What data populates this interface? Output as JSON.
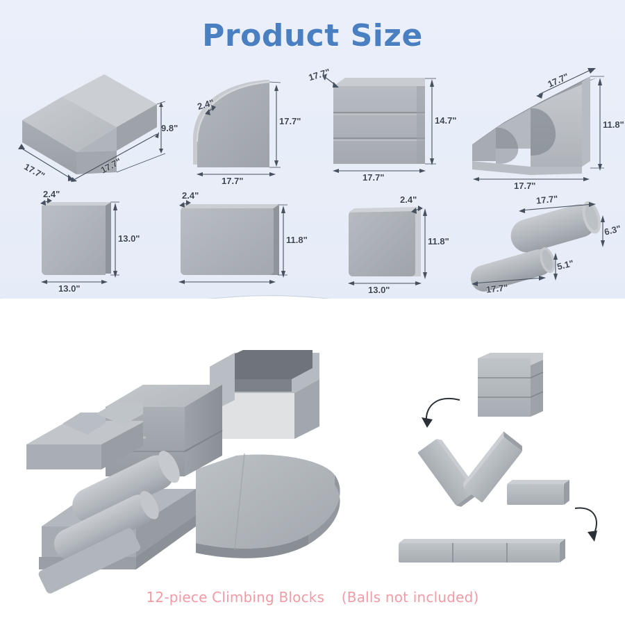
{
  "page": {
    "title": "Product Size",
    "background_color": "#e9eef9",
    "title_color": "#4a7fc1",
    "caption_color": "#f29ba4",
    "block_color": "#a8adb3",
    "block_color_light": "#c3c7cb",
    "block_color_dark": "#8d9299"
  },
  "caption": {
    "main": "12-piece Climbing Blocks",
    "note": "(Balls not included)"
  },
  "units": "\"",
  "specs_row1": [
    {
      "name": "two-step-block",
      "labels": {
        "height": "9.8\"",
        "depth": "17.7\"",
        "width": "17.7\""
      }
    },
    {
      "name": "quarter-round-block",
      "labels": {
        "thickness": "2.4\"",
        "height": "17.7\"",
        "width": "17.7\""
      }
    },
    {
      "name": "three-layer-stack-block",
      "labels": {
        "depth": "17.7\"",
        "height": "14.7\"",
        "width": "17.7\""
      }
    },
    {
      "name": "wave-step-block",
      "labels": {
        "top": "17.7\"",
        "height": "11.8\"",
        "width": "17.7\""
      }
    }
  ],
  "specs_row2": [
    {
      "name": "square-mat-13",
      "labels": {
        "thickness": "2.4\"",
        "height": "13.0\"",
        "width": "13.0\""
      }
    },
    {
      "name": "wide-mat-11-8",
      "labels": {
        "thickness": "2.4\"",
        "height": "11.8\""
      }
    },
    {
      "name": "mat-13-by-11-8",
      "labels": {
        "thickness": "2.4\"",
        "height": "11.8\"",
        "width": "13.0\""
      }
    },
    {
      "name": "roller-pair",
      "labels": {
        "large_length": "17.7\"",
        "large_diameter": "6.3\"",
        "small_diameter": "5.1\"",
        "small_length": "17.7\""
      }
    }
  ],
  "assembly": {
    "left_scene_name": "assembled-play-set",
    "right_scene_name": "folding-block-sequence"
  }
}
